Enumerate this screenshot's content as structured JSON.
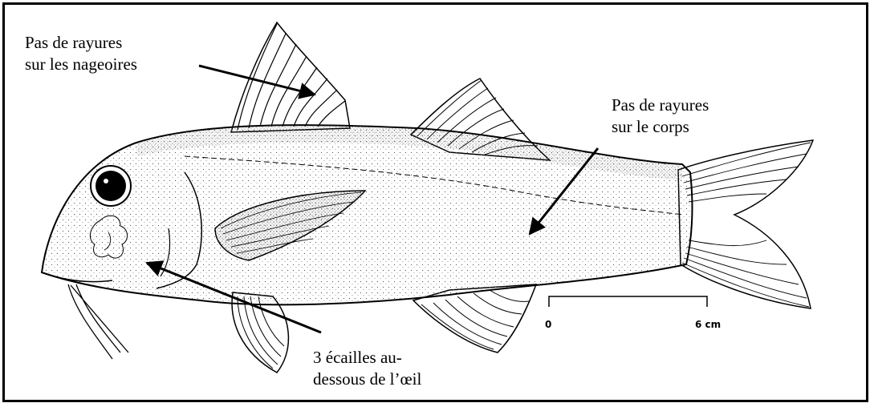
{
  "annotations": {
    "fins": {
      "line1": "Pas de rayures",
      "line2": "sur les nageoires"
    },
    "body": {
      "line1": "Pas de rayures",
      "line2": "sur le corps"
    },
    "eye": {
      "line1": "3 écailles au-",
      "line2": "dessous de l’œil"
    }
  },
  "scale_bar": {
    "start_label": "0",
    "end_label": "6 cm"
  },
  "colors": {
    "ink": "#000000",
    "paper": "#ffffff",
    "stipple": "#555555"
  }
}
